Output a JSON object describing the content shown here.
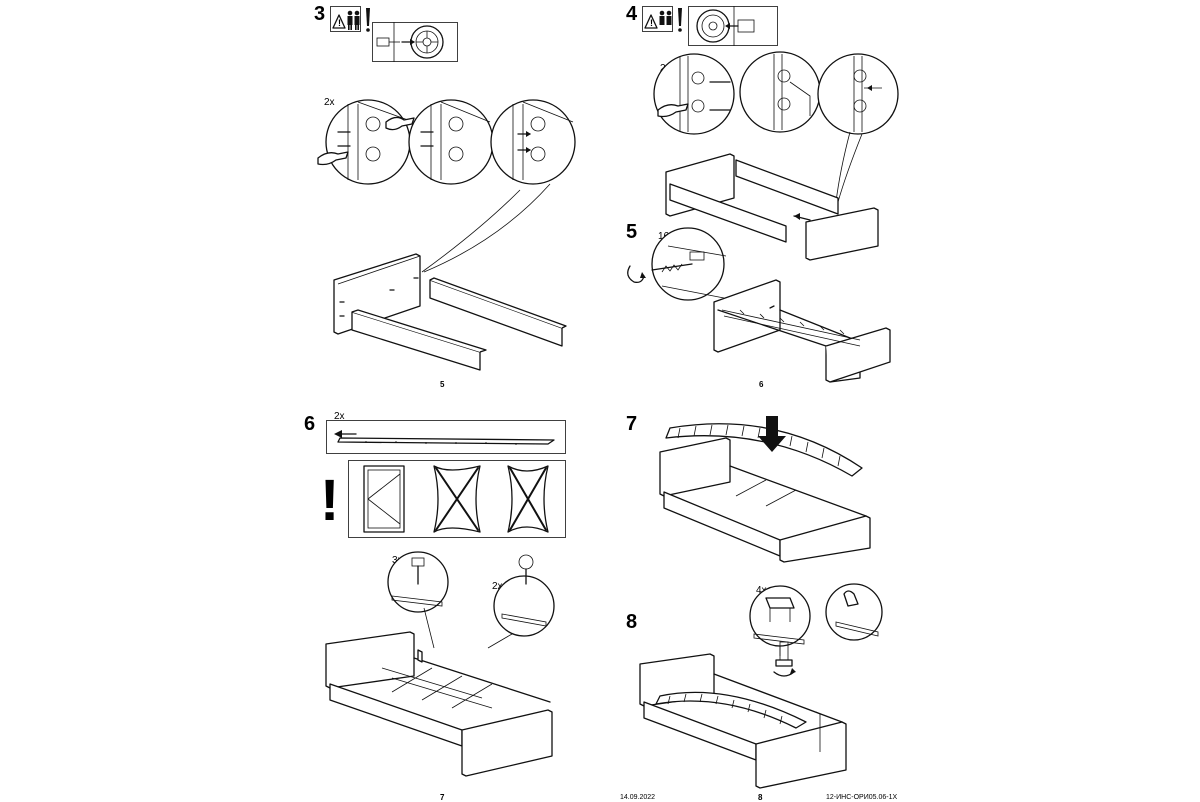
{
  "pages": [
    {
      "page_number": "5",
      "steps": [
        {
          "number": "3",
          "count": "2x"
        }
      ]
    },
    {
      "page_number": "6",
      "steps": [
        {
          "number": "4",
          "count": "2x"
        },
        {
          "number": "5",
          "count": "16x"
        }
      ]
    },
    {
      "page_number": "7",
      "steps": [
        {
          "number": "6",
          "count": "2x",
          "count_3": "3x",
          "count_2": "2x"
        }
      ]
    },
    {
      "page_number": "8",
      "steps": [
        {
          "number": "7"
        },
        {
          "number": "8",
          "count": "4x"
        }
      ],
      "date": "14.09.2022",
      "doc_code": "12-ИНС-ОРИ05.06-1X"
    }
  ],
  "icons": {
    "warning": "warning-triangle-icon",
    "two_people": "two-people-icon",
    "exclamation": "exclamation-mark"
  }
}
